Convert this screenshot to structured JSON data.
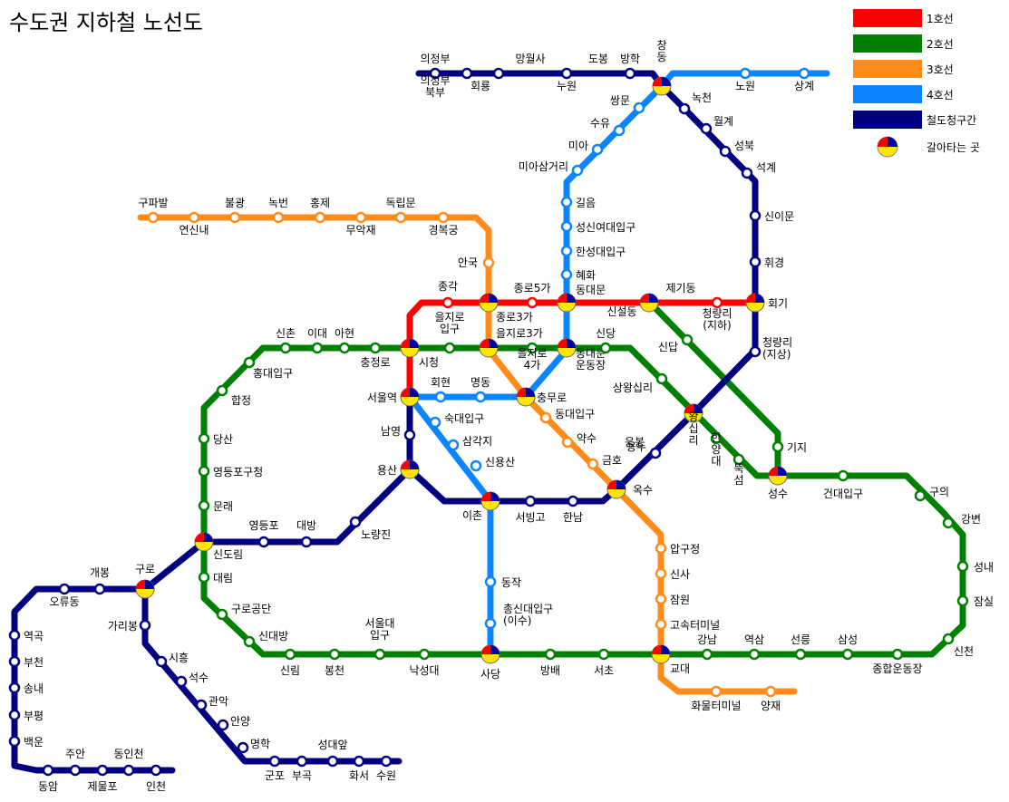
{
  "title": "수도권 지하철 노선도",
  "legend": [
    {
      "name": "1호선",
      "color": "#ff0000"
    },
    {
      "name": "2호선",
      "color": "#008000"
    },
    {
      "name": "3호선",
      "color": "#ff8c1a"
    },
    {
      "name": "4호선",
      "color": "#0a84ff"
    },
    {
      "name": "철도청구간",
      "color": "#000080"
    }
  ],
  "legend_transfer": "갈아타는 곳",
  "lines": {
    "line1": {
      "color": "#ff0000"
    },
    "line2": {
      "color": "#008000"
    },
    "line3": {
      "color": "#ff8c1a"
    },
    "line4": {
      "color": "#0a84ff"
    },
    "korail": {
      "color": "#000080"
    }
  },
  "stations": {
    "s_ujb": "의정부",
    "s_ujbbb": "의정부\n북부",
    "s_hoeryong": "회룡",
    "s_mangwolsa": "망월사",
    "s_nuwon": "누원",
    "s_dobong": "도봉",
    "s_banghak": "방학",
    "s_chang": "창\n동",
    "s_nowon": "노원",
    "s_sanggye": "상계",
    "s_nokcheon": "녹천",
    "s_wolgye": "월계",
    "s_seongbuk": "성북",
    "s_seokgye": "석계",
    "s_sinimun": "신이문",
    "s_hwigyeong": "휘경",
    "s_hoegi": "회기",
    "s_cheongryang_j": "청량리\n(지상)",
    "s_ssangmun": "쌍문",
    "s_suyu": "수유",
    "s_mia": "미아",
    "s_miasam": "미아삼거리",
    "s_gireum": "길음",
    "s_sungsin": "성신여대입구",
    "s_hansung": "한성대입구",
    "s_hyehwa": "혜화",
    "s_dongdaemun": "동대문",
    "s_jongno5": "종로5가",
    "s_jongno3": "종로3가",
    "s_jonggak": "종각",
    "s_jegi": "제기동",
    "s_cheongryang_h": "청량리\n(지하)",
    "s_sinseol": "신설동",
    "s_gupabal": "구파발",
    "s_yeonsinnae": "연신내",
    "s_bulgwang": "불광",
    "s_nokbeon": "녹번",
    "s_hongje": "홍제",
    "s_muakjae": "무악재",
    "s_dongnimmun": "독립문",
    "s_gyeongbok": "경복궁",
    "s_anguk": "안국",
    "s_sinchon": "신촌",
    "s_ewha": "이대",
    "s_ahyeon": "아현",
    "s_chungjeongno": "충정로",
    "s_cityhall": "시청",
    "s_euljiro1": "을지로\n입구",
    "s_euljiro3": "을지로3가",
    "s_euljiro4": "을지로\n4가",
    "s_dongdaemun_stadium": "동대문\n운동장",
    "s_sindang": "신당",
    "s_sangwangsimni": "상왕십리",
    "s_wangsimni": "왕\n십\n리",
    "s_hanyang": "한\n양\n대",
    "s_ttukseom": "뚝\n섬",
    "s_seongsu": "성수",
    "s_sindap": "신답",
    "s_yongdu": "용두",
    "s_gunja": "기지",
    "s_konkuk": "건대입구",
    "s_guui": "구의",
    "s_gangbyeon": "강변",
    "s_seongnae": "성내",
    "s_jamsil": "잠실",
    "s_sincheon": "신천",
    "s_sports": "종합운동장",
    "s_samseong": "삼성",
    "s_seolleung": "선릉",
    "s_yeoksam": "역삼",
    "s_gangnam": "강남",
    "s_gyodae": "교대",
    "s_seocho": "서초",
    "s_bangbae": "방배",
    "s_sadang": "사당",
    "s_nakseongdae": "낙성대",
    "s_snu": "서울대\n입구",
    "s_bongcheon": "봉천",
    "s_sillim": "신림",
    "s_sindaebang": "신대방",
    "s_guro_digital": "구로공단",
    "s_daerim": "대림",
    "s_sindorim": "신도림",
    "s_mullae": "문래",
    "s_ydp_office": "영등포구청",
    "s_dangsan": "당산",
    "s_hapjeong": "합정",
    "s_hongik": "홍대입구",
    "s_seoul": "서울역",
    "s_hoehyeon": "회현",
    "s_myeongdong": "명동",
    "s_chungmuro": "충무로",
    "s_sookmyung": "숙대입구",
    "s_samgakji": "삼각지",
    "s_sinyongsan": "신용산",
    "s_ichon": "이촌",
    "s_dongjak": "동작",
    "s_chongsin": "총신대입구\n(이수)",
    "s_namyeong": "남영",
    "s_yongsan": "용산",
    "s_noryangjin": "노량진",
    "s_daebang": "대방",
    "s_yeongdeungpo": "영등포",
    "s_guro": "구로",
    "s_gaebong": "개봉",
    "s_oryu": "오류동",
    "s_yeokgok": "역곡",
    "s_bucheon": "부천",
    "s_songnae": "송내",
    "s_bupyeong": "부평",
    "s_baegun": "백운",
    "s_dongam": "동암",
    "s_juan": "주안",
    "s_jemulpo": "제물포",
    "s_dongincheon": "동인천",
    "s_incheon": "인천",
    "s_garibong": "가리봉",
    "s_siheung": "시흥",
    "s_seoksu": "석수",
    "s_gwanak": "관악",
    "s_anyang": "안양",
    "s_myeonghak": "명학",
    "s_gunpo": "군포",
    "s_bugok": "부곡",
    "s_seongdae": "성대앞",
    "s_hwaseo": "화서",
    "s_suwon": "수원",
    "s_seobinggo": "서빙고",
    "s_hannam": "한남",
    "s_oksu": "옥수",
    "s_geumho": "금호",
    "s_yaksu": "약수",
    "s_dongdaeipgu": "동대입구",
    "s_eungbong": "응봉",
    "s_apgujeong": "압구정",
    "s_sinsa": "신사",
    "s_jamwon": "잠원",
    "s_express": "고속터미널",
    "s_nambu": "화물터미널",
    "s_yangjae": "양재"
  }
}
